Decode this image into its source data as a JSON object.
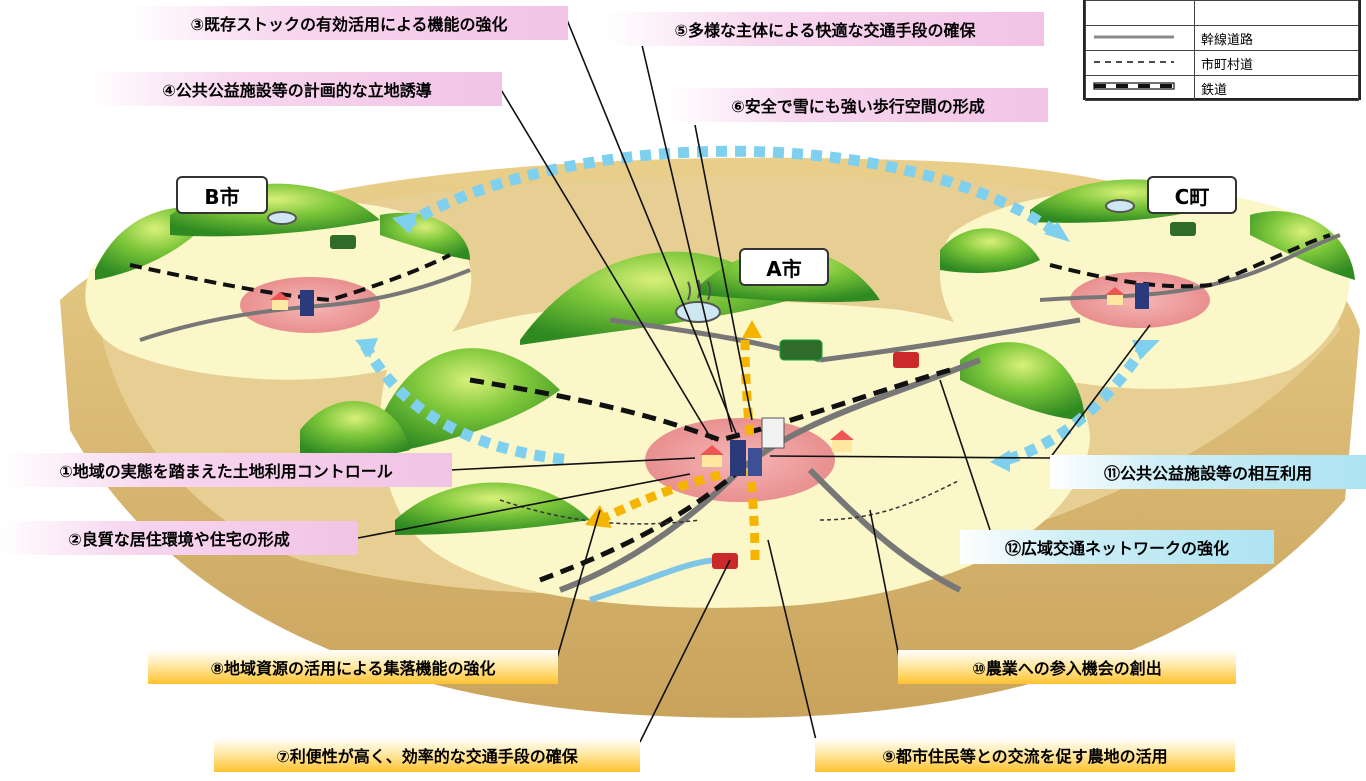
{
  "places": {
    "a": "A市",
    "b": "B市",
    "c": "C町"
  },
  "legend": [
    {
      "label": "",
      "symbol": "none"
    },
    {
      "label": "幹線道路",
      "symbol": "trunk-road"
    },
    {
      "label": "市町村道",
      "symbol": "municipal-road"
    },
    {
      "label": "鉄道",
      "symbol": "railway"
    }
  ],
  "callouts": {
    "c1": "①地域の実態を踏まえた土地利用コントロール",
    "c2": "②良質な居住環境や住宅の形成",
    "c3": "③既存ストックの有効活用による機能の強化",
    "c4": "④公共公益施設等の計画的な立地誘導",
    "c5": "⑤多様な主体による快適な交通手段の確保",
    "c6": "⑥安全で雪にも強い歩行空間の形成",
    "c7": "⑦利便性が高く、効率的な交通手段の確保",
    "c8": "⑧地域資源の活用による集落機能の強化",
    "c9": "⑨都市住民等との交流を促す農地の活用",
    "c10": "⑩農業への参入機会の創出",
    "c11": "⑪公共公益施設等の相互利用",
    "c12": "⑫広域交通ネットワークの強化"
  },
  "colors": {
    "pink_band": "#f2c3e6",
    "cyan_band": "#aee3f2",
    "gold_band": "#ffc230",
    "link_arrow": "#7fd0ee",
    "local_arrow": "#f5b400",
    "hill": "#4caf2c",
    "ground": "#fbf7c8",
    "earth_rim": "#d9b870"
  }
}
